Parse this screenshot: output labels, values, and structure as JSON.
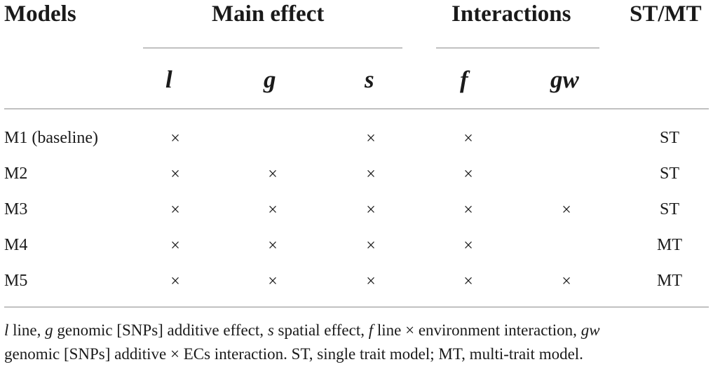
{
  "headers": {
    "models": "Models",
    "main_effect": "Main effect",
    "interactions": "Interactions",
    "st_mt": "ST/MT"
  },
  "subheaders": {
    "l": "l",
    "g": "g",
    "s": "s",
    "f": "f",
    "gw": "gw"
  },
  "mark_symbol": "×",
  "rows": [
    {
      "model": "M1 (baseline)",
      "l": true,
      "g": false,
      "s": true,
      "f": true,
      "gw": false,
      "type": "ST"
    },
    {
      "model": "M2",
      "l": true,
      "g": true,
      "s": true,
      "f": true,
      "gw": false,
      "type": "ST"
    },
    {
      "model": "M3",
      "l": true,
      "g": true,
      "s": true,
      "f": true,
      "gw": true,
      "type": "ST"
    },
    {
      "model": "M4",
      "l": true,
      "g": true,
      "s": true,
      "f": true,
      "gw": false,
      "type": "MT"
    },
    {
      "model": "M5",
      "l": true,
      "g": true,
      "s": true,
      "f": true,
      "gw": true,
      "type": "MT"
    }
  ],
  "footnote": {
    "line1": [
      {
        "t": "l",
        "i": true
      },
      {
        "t": " line, ",
        "i": false
      },
      {
        "t": "g",
        "i": true
      },
      {
        "t": " genomic [SNPs] additive effect, ",
        "i": false
      },
      {
        "t": "s",
        "i": true
      },
      {
        "t": " spatial effect, ",
        "i": false
      },
      {
        "t": "f",
        "i": true
      },
      {
        "t": " line × environment interaction, ",
        "i": false
      },
      {
        "t": "gw",
        "i": true
      }
    ],
    "line2": [
      {
        "t": "genomic [SNPs] additive × ECs interaction. ST, single trait model; MT, multi-trait model.",
        "i": false
      }
    ]
  }
}
